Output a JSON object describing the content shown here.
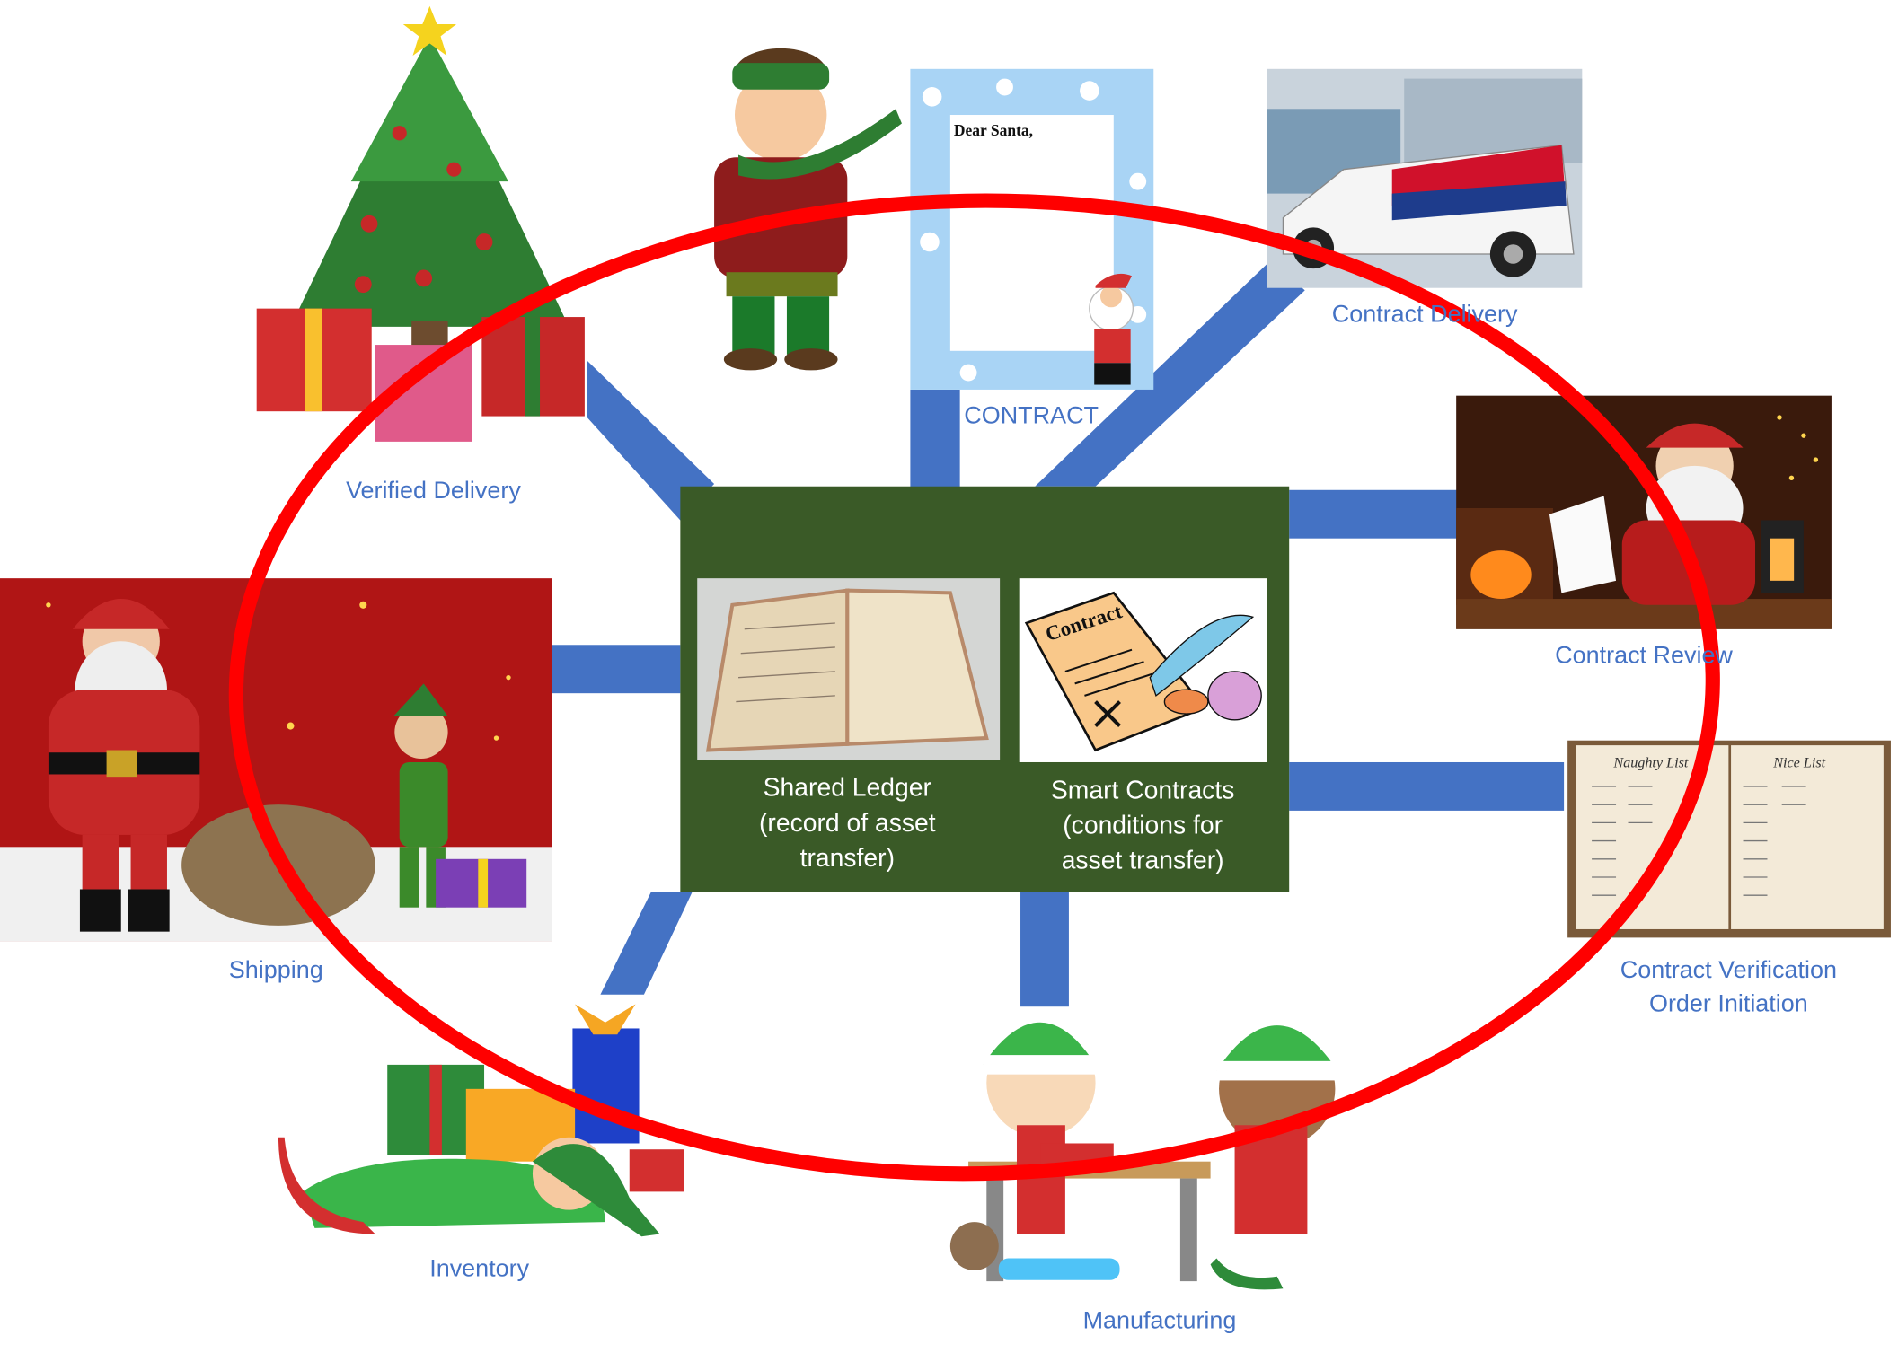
{
  "center": {
    "ledger_label": [
      "Shared Ledger",
      "(record of asset",
      "transfer)"
    ],
    "contracts_label": [
      "Smart Contracts",
      "(conditions for",
      "asset transfer)"
    ],
    "contract_doc_text": "Contract",
    "fill_color": "#3a5a27"
  },
  "nodes": {
    "verified_delivery": "Verified Delivery",
    "contract": "CONTRACT",
    "letter_text": "Dear Santa,",
    "contract_delivery": "Contract Delivery",
    "contract_review": "Contract Review",
    "contract_verification": [
      "Contract Verification",
      "Order Initiation"
    ],
    "naughty_list": "Naughty List",
    "nice_list": "Nice List",
    "shipping": "Shipping",
    "inventory": "Inventory",
    "manufacturing": "Manufacturing"
  },
  "colors": {
    "connector": "#4472c4",
    "ring": "#ff0000",
    "label": "#4472c4"
  }
}
